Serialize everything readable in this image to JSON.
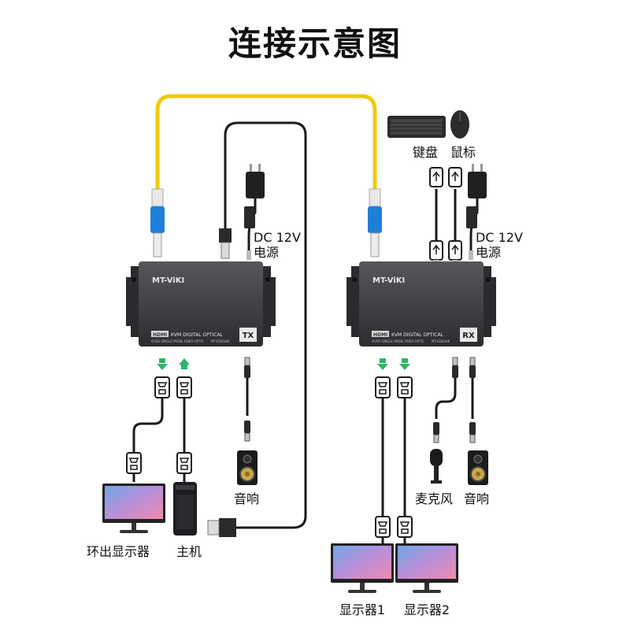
{
  "title": "连接示意图",
  "tx_unit": {
    "brand": "MT-ViKI",
    "model_line": "KVM DIGITAL OPTICAL",
    "hdmi_logo": "HDMI",
    "sub_line": "OVER SINGLE MODE FIBER OPTIC",
    "model_code": "MT-ED03HK",
    "badge": "TX"
  },
  "rx_unit": {
    "brand": "MT-ViKI",
    "model_line": "KVM DIGITAL OPTICAL",
    "hdmi_logo": "HDMI",
    "sub_line": "OVER SINGLE MODE FIBER OPTIC",
    "model_code": "MT-ED03HK",
    "badge": "RX"
  },
  "labels": {
    "tx_power_line1": "DC 12V",
    "tx_power_line2": "电源",
    "rx_power_line1": "DC 12V",
    "rx_power_line2": "电源",
    "keyboard": "键盘",
    "mouse": "鼠标",
    "tx_speaker": "音响",
    "rx_microphone": "麦克风",
    "rx_speaker": "音响",
    "loop_monitor": "环出显示器",
    "host": "主机",
    "monitor_1": "显示器1",
    "monitor_2": "显示器2"
  },
  "colors": {
    "fiber_cable": "#f2c811",
    "fiber_connector": "#1e7fd8",
    "device_body": "#3a3b3e",
    "arrow": "#2fb36a",
    "cable": "#1a1a1a"
  },
  "icons": [
    "keyboard-icon",
    "mouse-icon",
    "power-adapter-icon",
    "hdmi-connector-icon",
    "usb-connector-icon",
    "speaker-icon",
    "microphone-icon",
    "monitor-icon",
    "pc-tower-icon",
    "fiber-connector-icon",
    "audio-jack-icon"
  ]
}
